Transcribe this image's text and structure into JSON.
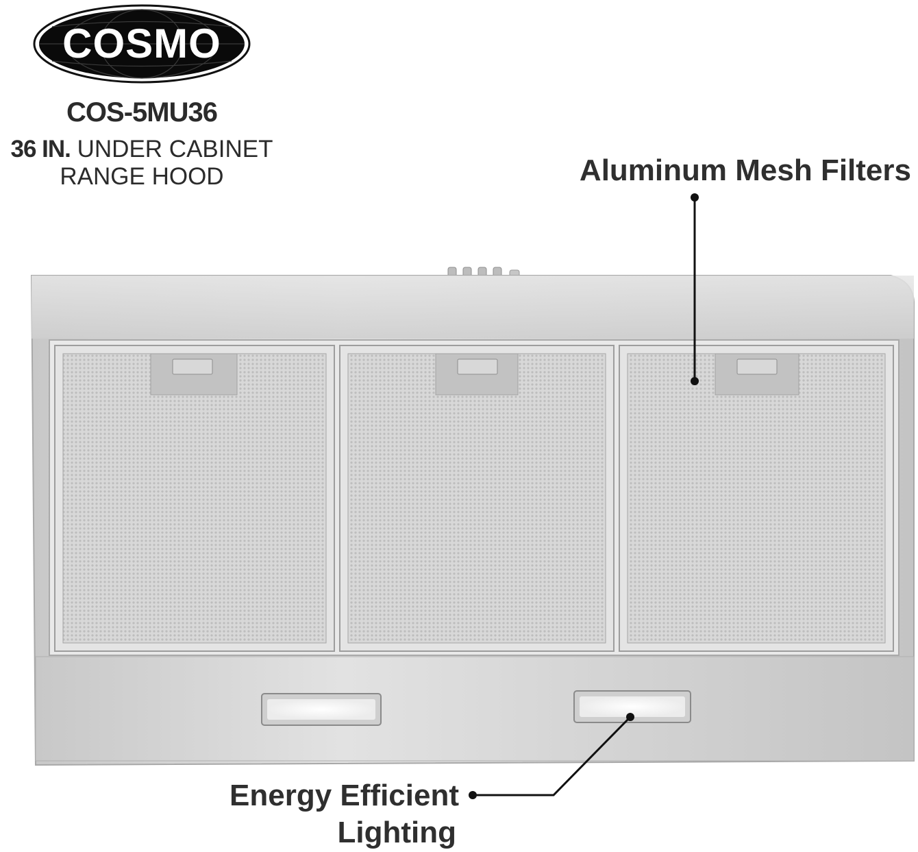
{
  "brand": {
    "logo_text": "COSMO",
    "logo_bg": "#0a0a0a",
    "logo_fg": "#ffffff"
  },
  "product": {
    "model": "COS-5MU36",
    "size_bold": "36 IN.",
    "desc_line1_rest": " UNDER CABINET",
    "desc_line2": "RANGE HOOD"
  },
  "callouts": {
    "filters": "Aluminum Mesh Filters",
    "lighting_line1": "Energy Efficient",
    "lighting_line2": "Lighting"
  },
  "colors": {
    "steel": "#d4d4d4",
    "steel_dark": "#b9b9b9",
    "mesh": "#cfcfcf",
    "text": "#2b2b2b",
    "leader": "#111111"
  }
}
